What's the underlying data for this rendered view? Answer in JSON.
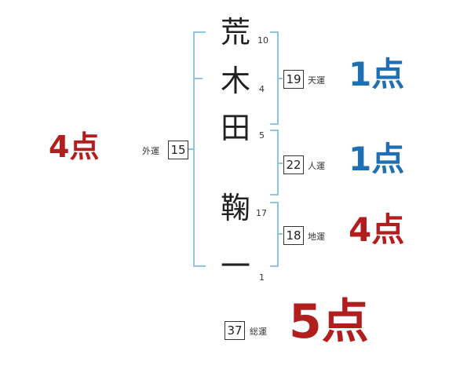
{
  "colors": {
    "bracket": "#8ec5e0",
    "blue": "#1f6fb5",
    "red": "#b01e1e"
  },
  "name": {
    "chars": [
      "荒",
      "木",
      "田",
      "鞠",
      "一"
    ],
    "strokes": [
      "10",
      "4",
      "5",
      "17",
      "1"
    ]
  },
  "fortunes": {
    "outer": {
      "label": "外運",
      "value": "15",
      "score": "4点"
    },
    "heaven": {
      "label": "天運",
      "value": "19",
      "score": "1点"
    },
    "person": {
      "label": "人運",
      "value": "22",
      "score": "1点"
    },
    "earth": {
      "label": "地運",
      "value": "18",
      "score": "4点"
    },
    "total": {
      "label": "総運",
      "value": "37",
      "score": "5点"
    }
  }
}
